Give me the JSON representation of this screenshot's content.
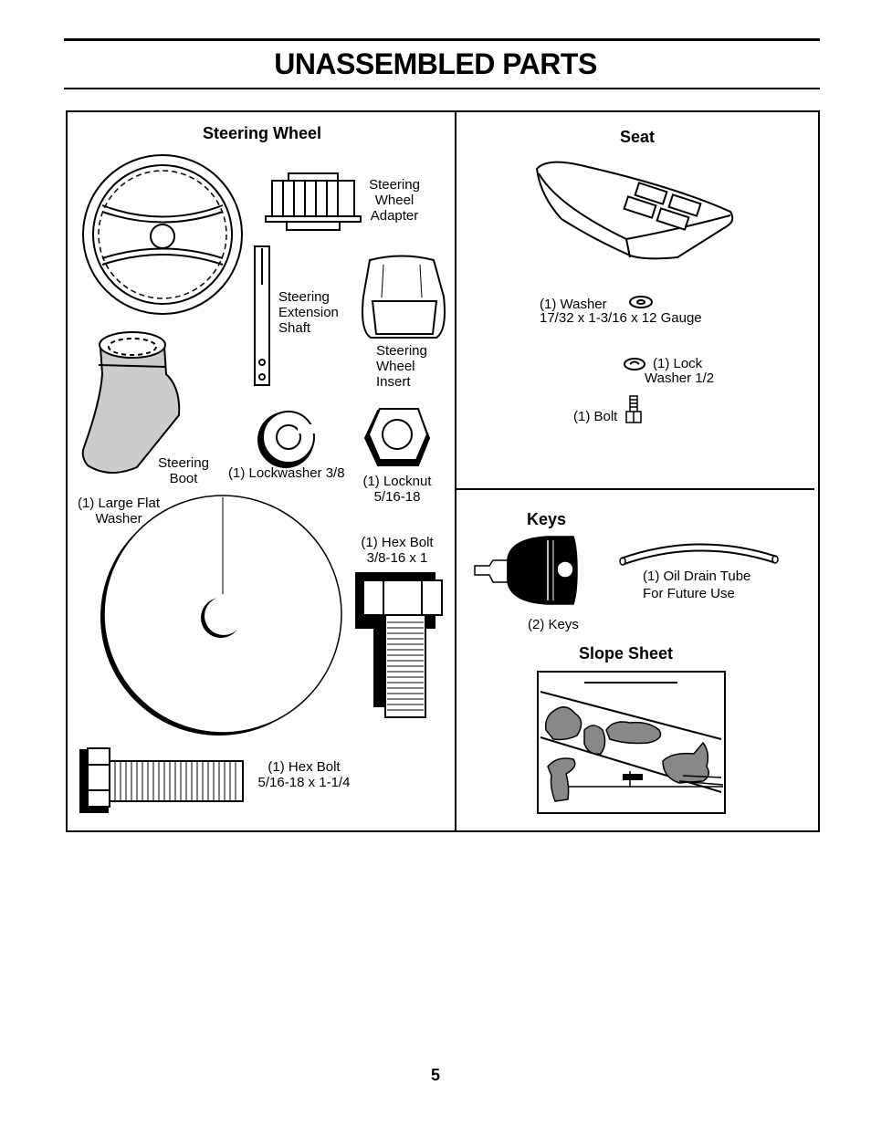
{
  "page": {
    "title": "UNASSEMBLED PARTS",
    "page_number": "5"
  },
  "steering_wheel_section": {
    "heading": "Steering Wheel",
    "adapter_label": [
      "Steering",
      "Wheel",
      "Adapter"
    ],
    "shaft_label": [
      "Steering",
      "Extension",
      "Shaft"
    ],
    "insert_label": [
      "Steering",
      "Wheel",
      "Insert"
    ],
    "boot_label": [
      "Steering",
      "Boot"
    ],
    "lockwasher_label": "(1) Lockwasher 3/8",
    "locknut_label": [
      "(1) Locknut",
      "5/16-18"
    ],
    "large_washer_label": [
      "(1) Large Flat",
      "Washer"
    ],
    "hex_bolt_large_label": [
      "(1) Hex Bolt",
      "3/8-16 x 1"
    ],
    "hex_bolt_small_label": [
      "(1) Hex Bolt",
      "5/16-18 x 1-1/4"
    ]
  },
  "seat_section": {
    "heading": "Seat",
    "washer_label": [
      "(1) Washer",
      "17/32 x 1-3/16 x 12 Gauge"
    ],
    "lock_washer_label": [
      "(1) Lock",
      "Washer 1/2"
    ],
    "bolt_label": "(1) Bolt"
  },
  "keys_section": {
    "heading": "Keys",
    "keys_label": "(2) Keys",
    "tube_label": [
      "(1) Oil Drain Tube",
      "For Future Use"
    ]
  },
  "slope_section": {
    "heading": "Slope Sheet"
  }
}
